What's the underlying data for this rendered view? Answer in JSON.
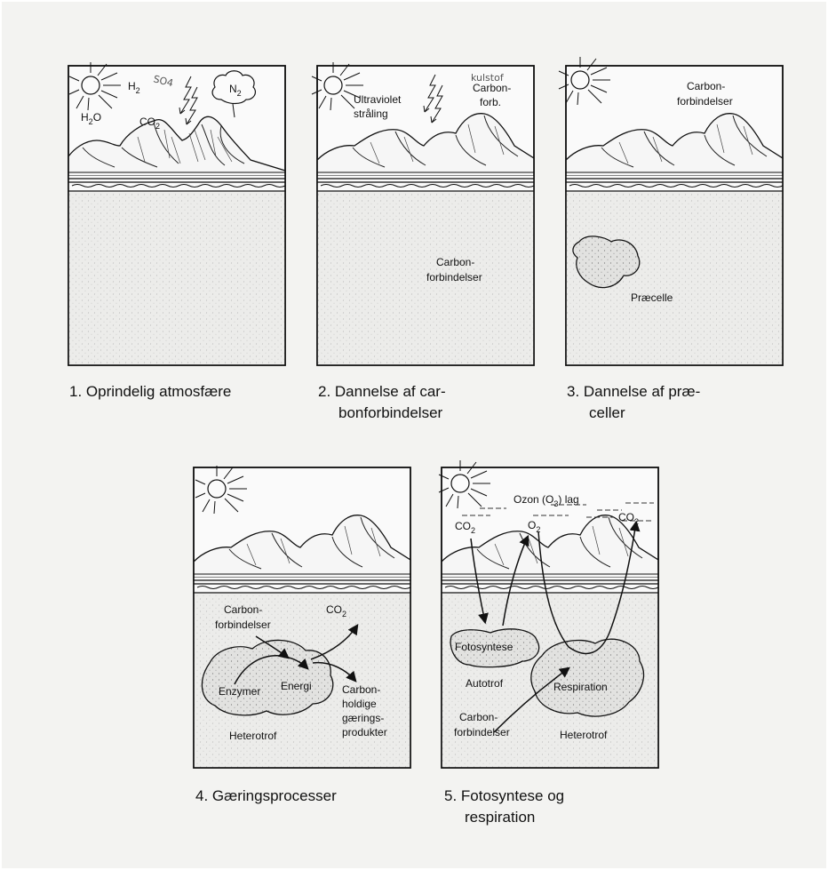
{
  "panel1": {
    "h2": "H",
    "h2_sub": "2",
    "h2o_a": "H",
    "h2o_sub": "2",
    "h2o_b": "O",
    "co2": "CO",
    "co2_sub": "2",
    "n2": "N",
    "n2_sub": "2",
    "handwriting": "SO4",
    "caption": "1. Oprindelig atmosfære"
  },
  "panel2": {
    "uv_line1": "Ultraviolet",
    "uv_line2": "stråling",
    "carbon_line1": "Carbon-",
    "carbon_line2": "forb.",
    "handwriting": "kulstof",
    "sea_line1": "Carbon-",
    "sea_line2": "forbindelser",
    "caption_line1": "2. Dannelse af car-",
    "caption_line2": "bonforbindelser"
  },
  "panel3": {
    "sky_line1": "Carbon-",
    "sky_line2": "forbindelser",
    "cell_label": "Præcelle",
    "caption_line1": "3. Dannelse af præ-",
    "caption_line2": "celler"
  },
  "panel4": {
    "carbon_line1": "Carbon-",
    "carbon_line2": "forbindelser",
    "co2": "CO",
    "co2_sub": "2",
    "enzymes": "Enzymer",
    "energy": "Energi",
    "products_line1": "Carbon-",
    "products_line2": "holdige",
    "products_line3": "gærings-",
    "products_line4": "produkter",
    "type": "Heterotrof",
    "caption": "4. Gæringsprocesser"
  },
  "panel5": {
    "ozone_a": "Ozon (O",
    "ozone_sub": "3",
    "ozone_b": ") lag",
    "co2_left": "CO",
    "co2_left_sub": "2",
    "o2": "O",
    "o2_sub": "2",
    "co2_right": "CO",
    "co2_right_sub": "2",
    "photosynthesis": "Fotosyntese",
    "autotroph": "Autotrof",
    "respiration": "Respiration",
    "carbon_line1": "Carbon-",
    "carbon_line2": "forbindelser",
    "heterotroph": "Heterotrof",
    "caption_line1": "5. Fotosyntese og",
    "caption_line2": "respiration"
  }
}
